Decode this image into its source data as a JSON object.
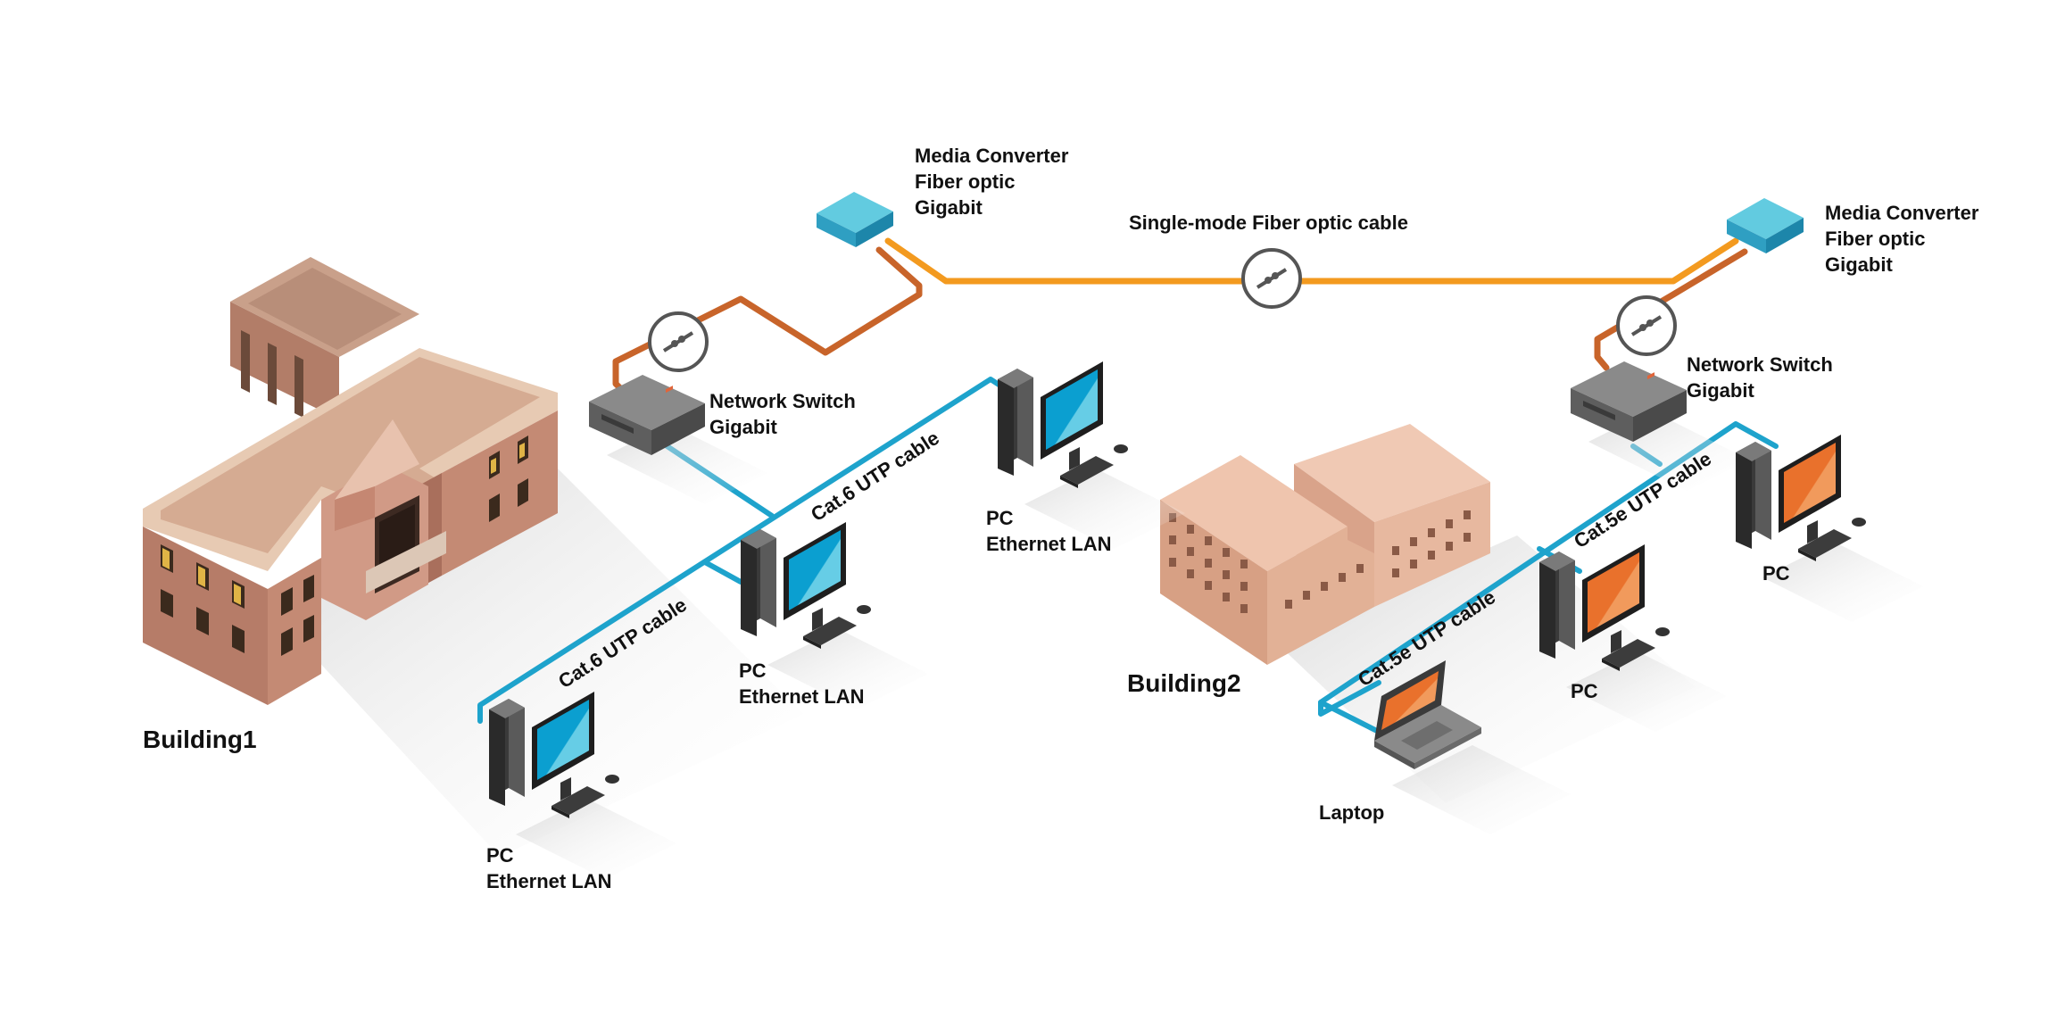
{
  "labels": {
    "media_converter_left": [
      "Media Converter",
      "Fiber optic",
      "Gigabit"
    ],
    "media_converter_right": [
      "Media Converter",
      "Fiber optic",
      "Gigabit"
    ],
    "fiber_cable": "Single-mode Fiber optic cable",
    "switch_left": [
      "Network Switch",
      "Gigabit"
    ],
    "switch_right": [
      "Network Switch",
      "Gigabit"
    ],
    "cat6_upper": "Cat.6 UTP cable",
    "cat6_lower": "Cat.6 UTP cable",
    "cat5e_upper": "Cat.5e UTP cable",
    "cat5e_lower": "Cat.5e UTP cable",
    "pc_top": [
      "PC",
      "Ethernet LAN"
    ],
    "pc_middle": [
      "PC",
      "Ethernet LAN"
    ],
    "pc_bottom": [
      "PC",
      "Ethernet LAN"
    ],
    "building1": "Building1",
    "building2": "Building2",
    "b2_pc_right": "PC",
    "b2_pc_middle": "PC",
    "laptop": "Laptop"
  },
  "colors": {
    "utp_cable": "#1ea3cc",
    "fiber_orange": "#f39a1f",
    "fiber_dark": "#c8642a",
    "switch_body": "#6b6b6b",
    "converter_body": "#4fc4dc",
    "building1_wall": "#c98a76",
    "building1_roof": "#d9b29c",
    "building2_wall": "#e3b79b",
    "screen_blue": "#0aa6d6",
    "screen_orange": "#ea7a34"
  }
}
